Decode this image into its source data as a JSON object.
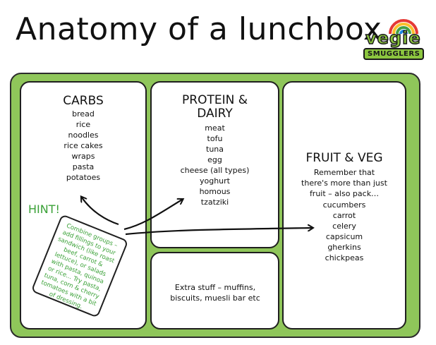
{
  "title": "Anatomy of a lunchbox",
  "logo": {
    "line1": "vegie",
    "line2": "SMUGGLERS",
    "rainbow_colors": [
      "#e53935",
      "#fbc02d",
      "#43a047",
      "#1e88e5"
    ]
  },
  "colors": {
    "tray": "#8fc65a",
    "hint": "#3aa137",
    "outline": "#1f1f1f"
  },
  "carbs": {
    "heading": "CARBS",
    "items": [
      "bread",
      "rice",
      "noodles",
      "rice cakes",
      "wraps",
      "pasta",
      "potatoes"
    ]
  },
  "protein": {
    "heading_line1": "PROTEIN &",
    "heading_line2": "DAIRY",
    "items": [
      "meat",
      "tofu",
      "tuna",
      "egg",
      "cheese (all types)",
      "yoghurt",
      "homous",
      "tzatziki"
    ]
  },
  "fruit": {
    "heading": "FRUIT & VEG",
    "intro": [
      "Remember that",
      "there's more than just",
      "fruit – also pack…"
    ],
    "items": [
      "cucumbers",
      "carrot",
      "celery",
      "capsicum",
      "gherkins",
      "chickpeas"
    ]
  },
  "extra": {
    "text": "Extra stuff – muffins, biscuits, muesli bar etc"
  },
  "hint": {
    "label": "HINT!",
    "text": "Combine groups – add fillings to your sandwich (like roast beef, carrot & lettuce), or salads with pasta, quinoa or rice... Try pasta, tuna, corn & cherry tomatoes with a bit of dressing."
  },
  "icons": {
    "arrow1": "curved-arrow-icon",
    "arrow2": "curved-arrow-icon",
    "arrow3": "curved-arrow-icon"
  }
}
